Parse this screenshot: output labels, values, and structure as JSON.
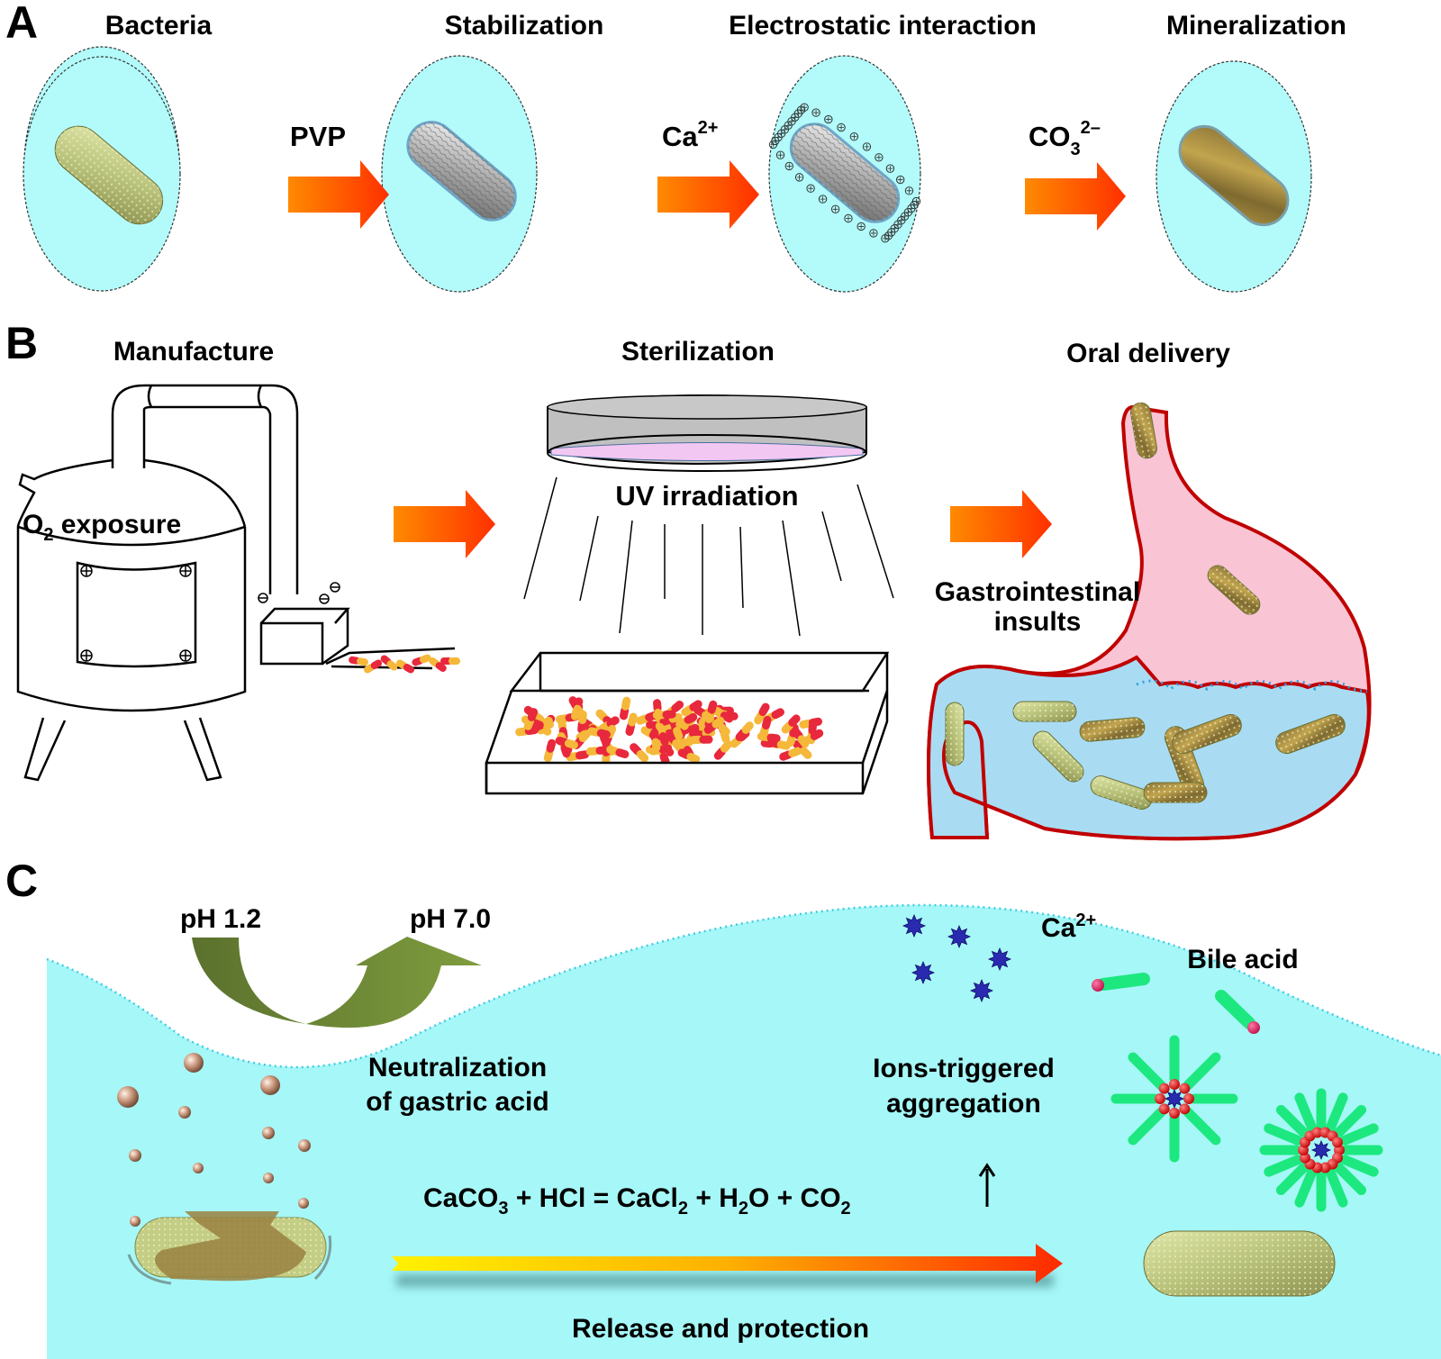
{
  "panels": {
    "A": {
      "letter": "A",
      "steps": [
        {
          "title": "Bacteria",
          "state": "bacteria"
        },
        {
          "title": "Stabilization",
          "state": "pvp-coated"
        },
        {
          "title": "Electrostatic interaction",
          "state": "ca-adsorbed"
        },
        {
          "title": "Mineralization",
          "state": "mineralized"
        }
      ],
      "reagents": [
        {
          "base": "PVP",
          "sub": "",
          "sup": ""
        },
        {
          "base": "Ca",
          "sub": "",
          "sup": "2+"
        },
        {
          "base": "CO",
          "sub": "3",
          "sup": "2–"
        }
      ]
    },
    "B": {
      "letter": "B",
      "manufacture": {
        "title": "Manufacture",
        "label_base": "O",
        "label_sub": "2",
        "label_rest": " exposure"
      },
      "sterilization": {
        "title": "Sterilization",
        "label": "UV irradiation"
      },
      "oral": {
        "title": "Oral delivery",
        "label_line1": "Gastrointestinal",
        "label_line2": "insults"
      }
    },
    "C": {
      "letter": "C",
      "ph_start": "pH 1.2",
      "ph_end": "pH 7.0",
      "neutralization_line1": "Neutralization",
      "neutralization_line2": "of gastric acid",
      "ions_line1": "Ions-triggered",
      "ions_line2": "aggregation",
      "ca_label_base": "Ca",
      "ca_label_sup": "2+",
      "bile_label": "Bile acid",
      "equation": [
        {
          "t": "CaCO",
          "s": "3"
        },
        {
          "t": " + HCl = CaCl",
          "s": "2"
        },
        {
          "t": " + H",
          "s": "2"
        },
        {
          "t": "O + CO",
          "s": "2"
        }
      ],
      "release_label": "Release and protection"
    }
  },
  "colors": {
    "cyan_bg": "#b3fbfb",
    "arrow_start": "#ff8a00",
    "arrow_end": "#ff3a00",
    "stomach_pink": "#f9c4d4",
    "stomach_outline": "#c00000",
    "intestine_blue": "#a9dcf3",
    "green_arrow_dark": "#5b712d",
    "green_arrow_light": "#7a9a3c",
    "bile_green": "#1de880",
    "ca_blue": "#2a2ab0",
    "capsule_red": "#e8283c",
    "capsule_yellow": "#f5b83a"
  }
}
